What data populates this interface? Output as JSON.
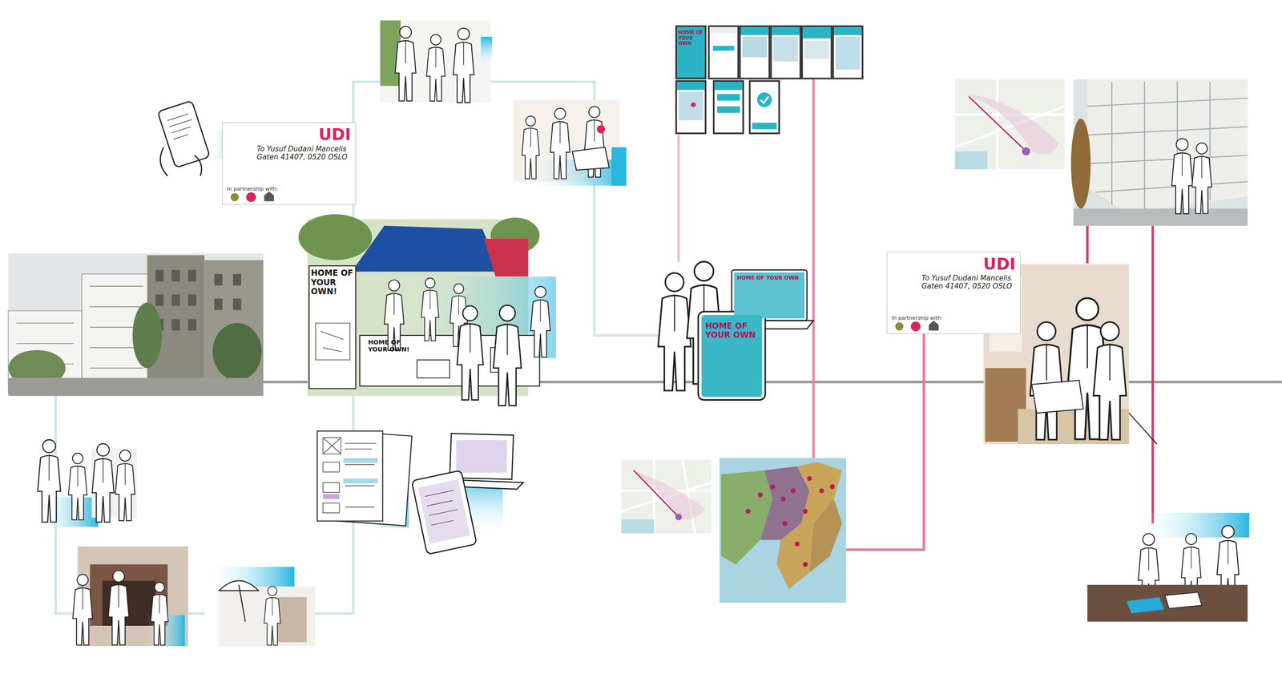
{
  "diagram": {
    "nodes": [
      {
        "text": [
          "UDI",
          "To Yusuf Dudani Mancelis Gaten 41407, 0520 OSLO",
          "In partnership with:"
        ]
      },
      {
        "text": [
          "HOME OF YOUR OWN!"
        ]
      },
      {
        "text": [
          "HOME OF YOUR OWN!"
        ]
      },
      {
        "text": [
          "HOME OF YOUR OWN"
        ]
      },
      {
        "text": [
          "HOME OF YOUR OWN"
        ]
      },
      {
        "text": [
          "HOME OF YOUR OWN"
        ]
      },
      {
        "text": [
          "UDI",
          "To Yusuf Dudani Mancelis Gaten 41407, 0520 OSLO",
          "In partnership with:"
        ]
      }
    ]
  }
}
